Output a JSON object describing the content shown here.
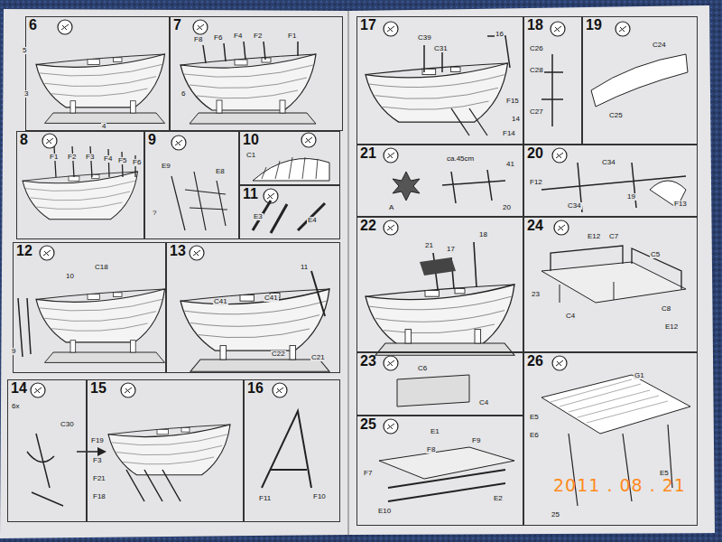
{
  "diagram": {
    "nodes": [
      {
        "text": [
          "6"
        ]
      },
      {
        "text": [
          "7"
        ]
      },
      {
        "text": [
          "8"
        ]
      },
      {
        "text": [
          "9"
        ]
      },
      {
        "text": [
          "10"
        ]
      },
      {
        "text": [
          "11"
        ]
      },
      {
        "text": [
          "12"
        ]
      },
      {
        "text": [
          "13"
        ]
      },
      {
        "text": [
          "14"
        ]
      },
      {
        "text": [
          "15"
        ]
      },
      {
        "text": [
          "16"
        ]
      },
      {
        "text": [
          "17"
        ]
      },
      {
        "text": [
          "18"
        ]
      },
      {
        "text": [
          "19"
        ]
      },
      {
        "text": [
          "21"
        ]
      },
      {
        "text": [
          "20"
        ]
      },
      {
        "text": [
          "22"
        ]
      },
      {
        "text": [
          "24"
        ]
      },
      {
        "text": [
          "23"
        ]
      },
      {
        "text": [
          "26"
        ]
      },
      {
        "text": [
          "25"
        ]
      }
    ],
    "labels": [
      "5",
      "3",
      "4",
      "F8",
      "F6",
      "F4",
      "F2",
      "F1",
      "6",
      "F1",
      "F2",
      "F3",
      "F4",
      "F5",
      "F6",
      "E9",
      "E8",
      "?",
      "C1",
      "E3",
      "E4",
      "10",
      "C18",
      "9",
      "11",
      "C41",
      "C41",
      "C22",
      "C21",
      "6x",
      "C30",
      "F19",
      "F3",
      "F21",
      "F18",
      "F11",
      "F10",
      "C39",
      "C31",
      "16",
      "F15",
      "14",
      "F14",
      "C26",
      "C28",
      "C27",
      "C24",
      "C25",
      "C34",
      "F12",
      "19",
      "F13",
      "C34",
      "A",
      "ca.45cm",
      "41",
      "20",
      "21",
      "17",
      "18",
      "C6",
      "C4",
      "E12",
      "C7",
      "C5",
      "23",
      "C8",
      "E12",
      "C4",
      "E1",
      "F9",
      "F8",
      "F7",
      "E10",
      "E2",
      "G1",
      "E5",
      "E6",
      "25",
      "E5",
      "2011 . 08 . 21"
    ]
  }
}
